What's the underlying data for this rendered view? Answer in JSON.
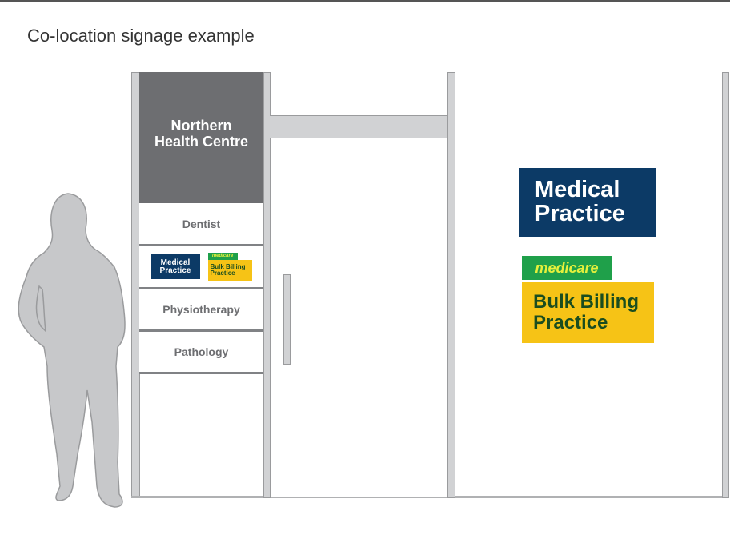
{
  "title": "Co-location signage example",
  "directory": {
    "header_line1": "Northern",
    "header_line2": "Health Centre",
    "rows": [
      "Dentist",
      "Physiotherapy",
      "Pathology"
    ],
    "small_medical_line1": "Medical",
    "small_medical_line2": "Practice",
    "small_medicare": "medicare",
    "small_bulk_line1": "Bulk Billing",
    "small_bulk_line2": "Practice"
  },
  "window_signs": {
    "medical_line1": "Medical",
    "medical_line2": "Practice",
    "medicare": "medicare",
    "bulk_line1": "Bulk Billing",
    "bulk_line2": "Practice"
  },
  "colors": {
    "navy": "#0c3a66",
    "green": "#1fa04a",
    "yellow": "#f6c316",
    "sign_grey": "#6d6e71"
  }
}
